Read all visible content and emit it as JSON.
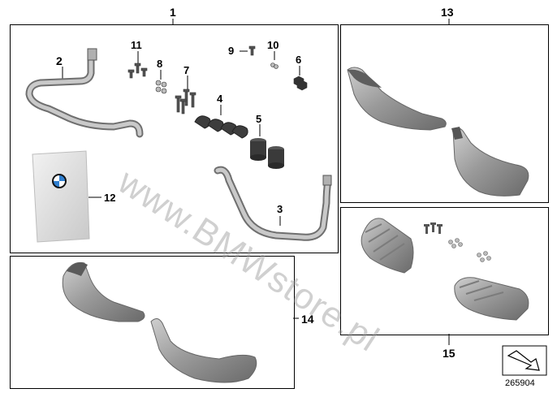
{
  "callouts": {
    "group_main": "1",
    "part_2": "2",
    "part_3": "3",
    "part_4": "4",
    "part_5": "5",
    "part_6": "6",
    "part_7": "7",
    "part_8": "8",
    "part_9": "9",
    "part_10": "10",
    "part_11": "11",
    "part_12": "12",
    "group_13": "13",
    "group_14": "14",
    "group_15": "15"
  },
  "watermark": "www.BMWstore.pl",
  "reference_number": "265904",
  "colors": {
    "part_fill": "#a9a9a9",
    "part_dark": "#6f6f6f",
    "part_light": "#d3d3d3",
    "bumper_dark": "#3a3a3a",
    "border": "#000000"
  },
  "icons": {
    "brand_logo": "bmw-roundel-icon",
    "view_indicator": "view-arrow-icon"
  }
}
